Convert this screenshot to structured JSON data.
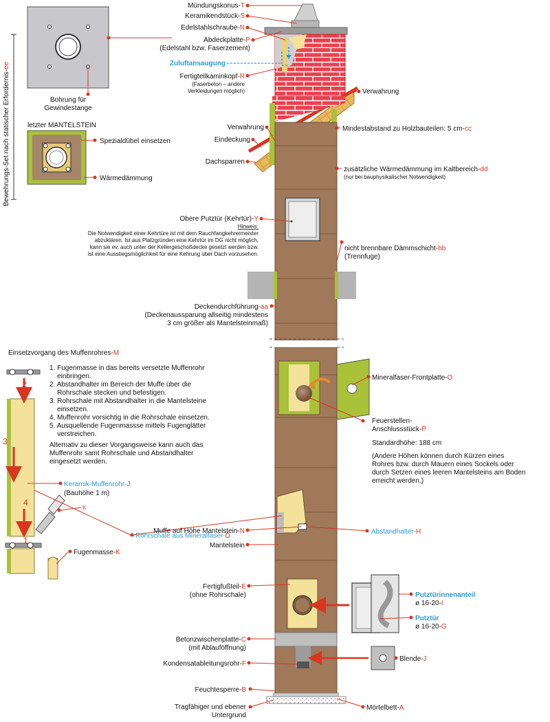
{
  "side_label": {
    "text": "Bewehrungs-Set nach statischer Erfordernis-",
    "code": "ee"
  },
  "top_plate": {
    "caption_line1": "Bohrung für",
    "caption_line2": "Gewindestange"
  },
  "last_stone": {
    "title": "letzter MANTELSTEIN",
    "dowel_label": "Spezialdübel einsetzen",
    "insulation_label": "Wärmedämmung"
  },
  "labels": {
    "muendungskonus": {
      "text": "Mündungskonus-",
      "code": "T"
    },
    "keramikendstueck": {
      "text": "Keramikendstück-",
      "code": "S"
    },
    "edelstahlschraube": {
      "text": "Edelstahlschraube-",
      "code": "N"
    },
    "abdeckplatte": {
      "text": "Abdeckplatte-",
      "code": "P",
      "sub": "(Edelstahl bzw. Faserzement)"
    },
    "zuluft": {
      "text": "Zuluftansaugung"
    },
    "fertigteilkaminkopf": {
      "text": "Fertigteilkaminkopf-",
      "code": "R",
      "sub1": "(Faserbeton – andere",
      "sub2": "Verkleidungen möglich)"
    },
    "verwahrung_right": {
      "text": "Verwahrung"
    },
    "verwahrung_left": {
      "text": "Verwahrung"
    },
    "eindeckung": {
      "text": "Eindeckung"
    },
    "dachsparren": {
      "text": "Dachsparren"
    },
    "mindestabstand": {
      "text": "Mindestabstand zu Holzbauteilen: 5 cm-",
      "code": "cc"
    },
    "waermedaemmung_kalt": {
      "text": "zusätzliche Wärmedämmung im Kaltbereich-",
      "code": "dd",
      "sub": "(nur bei bauphysikalischer Notwendigkeit)"
    },
    "obere_putztuer": {
      "text": "Obere Putztür (Kehrtür)-",
      "code": "Y"
    },
    "hinweis": {
      "title": "Hinweis:",
      "lines": [
        "Die Notwendigkeit einer Kehrtüre ist mit dem Rauchfangkehrermeister",
        "abzuklären. Ist aus Platzgründen eine Kehrtür im DG nicht möglich,",
        "kann sie ev. auch unter der Kellergeschoßdecke gesetzt werden bzw.",
        "ist eine Ausstiegsmöglichkeit für eine Kehrung über Dach vorzusehen."
      ]
    },
    "daemmschicht": {
      "text": "nicht brennbare Dämmschicht-",
      "code": "bb",
      "sub": "(Trennfuge)"
    },
    "deckendurchfuehrung": {
      "text": "Deckendurchführung-",
      "code": "aa",
      "sub1": "(Deckenaussparung allseitig mindestens",
      "sub2": "3 cm größer als Mantelsteinmaß)"
    },
    "mineralfaser_frontplatte": {
      "text": "Mineralfaser-Frontplatte-",
      "code": "O"
    },
    "feuerstellen": {
      "text1": "Feuerstellen-",
      "text2": "Anschlussstück-",
      "code": "P"
    },
    "standardhoehe": {
      "text": "Standardhöhe: 188 cm",
      "sub1": "(Andere Höhen können durch Kürzen eines",
      "sub2": "Rohres bzw. durch Mauern eines Sockels oder",
      "sub3": "durch Setzen eines leeren Mantelsteins am Boden",
      "sub4": "erreicht werden.)"
    },
    "rohrschale": {
      "text": "Rohrschale aus Mineralfaser-",
      "code": "D"
    },
    "muffe": {
      "text": "Muffe auf Höhe Mantelstein-",
      "code": "N"
    },
    "abstandhalter": {
      "text": "Abstandhalter-",
      "code": "H"
    },
    "mantelstein": {
      "text": "Mantelstein"
    },
    "fertigfussteil": {
      "text": "Fertigfußteil-",
      "code": "E",
      "sub": "(ohne Rohrschale)"
    },
    "putztuerinnenanteil": {
      "text": "Putztürinnenanteil",
      "size": "ø 16-20-",
      "code": "I"
    },
    "putztuer": {
      "text": "Putztür",
      "size": "ø 16-20-",
      "code": "G"
    },
    "betonzwischenplatte": {
      "text": "Betonzwischenplatte-",
      "code": "C",
      "sub": "(mit Ablauföffnung)"
    },
    "kondensat": {
      "text": "Kondensatableitungsrohr-",
      "code": "F"
    },
    "blende": {
      "text": "Blende-",
      "code": "J"
    },
    "feuchtesperre": {
      "text": "Feuchtesperre-",
      "code": "B"
    },
    "untergrund": {
      "text1": "Tragfähiger und ebener",
      "text2": "Untergrund"
    },
    "moertelbett": {
      "text": "Mörtelbett-",
      "code": "A"
    }
  },
  "insertion": {
    "title": "Einsetzvorgang des Muffenrohres-",
    "title_code": "M",
    "steps": [
      "1. Fugenmasse in das bereits versetzte Muffenrohr",
      "    einbringen.",
      "2. Abstandhalter im Bereich der Muffe über die",
      "    Rohrschale stecken und befestigen.",
      "3. Rohrschale mit Abstandhalter in die Mantelsteine",
      "    einsetzen.",
      "4. Muffenrohr vorsichtig in die Rohrschale einsetzen.",
      "5. Ausquellende Fugenmassse mittels Fugenglätter",
      "    verstreichen."
    ],
    "alt_lines": [
      "Alternativ zu dieser Vorgangsweise kann auch das",
      "Muffenrohr samt Rohrschale und Abstandhalter",
      "eingesetzt werden."
    ],
    "step_marks": [
      "2",
      "3",
      "4",
      "1"
    ],
    "pipe_label": {
      "text": "Keramik-Muffenrohr-",
      "code": "J",
      "sub": "(Bauhöhe 1 m)"
    },
    "fugenmasse": {
      "text": "Fugenmasse-",
      "code": "K"
    },
    "tube_code": "K"
  },
  "colors": {
    "chimney": "#a0785a",
    "brick": "#e8424e",
    "insulation": "#a7c63a",
    "ceramic": "#f5e29a",
    "accent_red": "#d8361f",
    "accent_blue": "#2b9bd3",
    "wood": "#e6b75b"
  }
}
